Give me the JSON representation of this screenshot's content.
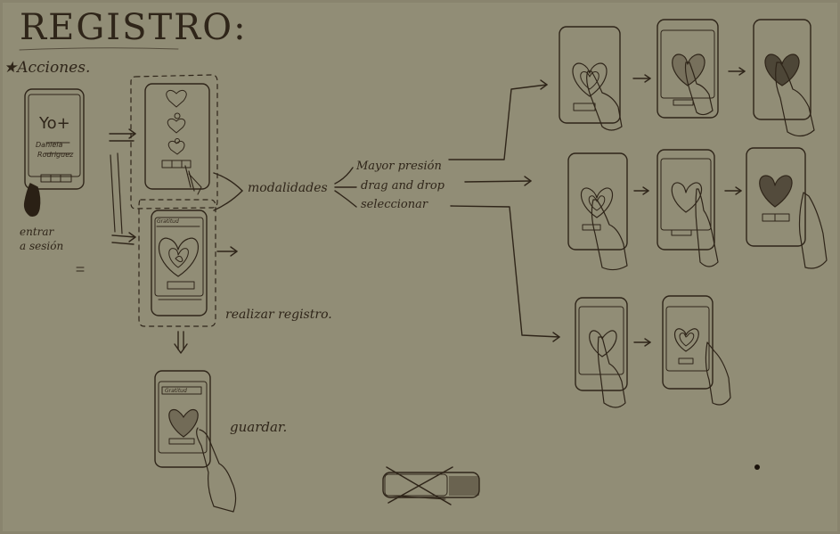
{
  "title": "REGISTRO:",
  "acciones": "★Acciones.",
  "phone1": {
    "logo": "Yo+",
    "name_line1": "Daniela",
    "name_line2": "Rodriguez"
  },
  "entrar": {
    "line1": "entrar",
    "line2": "a sesión"
  },
  "modalidades": "modalidades",
  "options": {
    "mayor_presion": "Mayor presión",
    "drag_and_drop": "drag and drop",
    "seleccionar": "seleccionar"
  },
  "phone_header": "Gratitud",
  "realizar_registro": "realizar registro.",
  "guardar": "guardar."
}
